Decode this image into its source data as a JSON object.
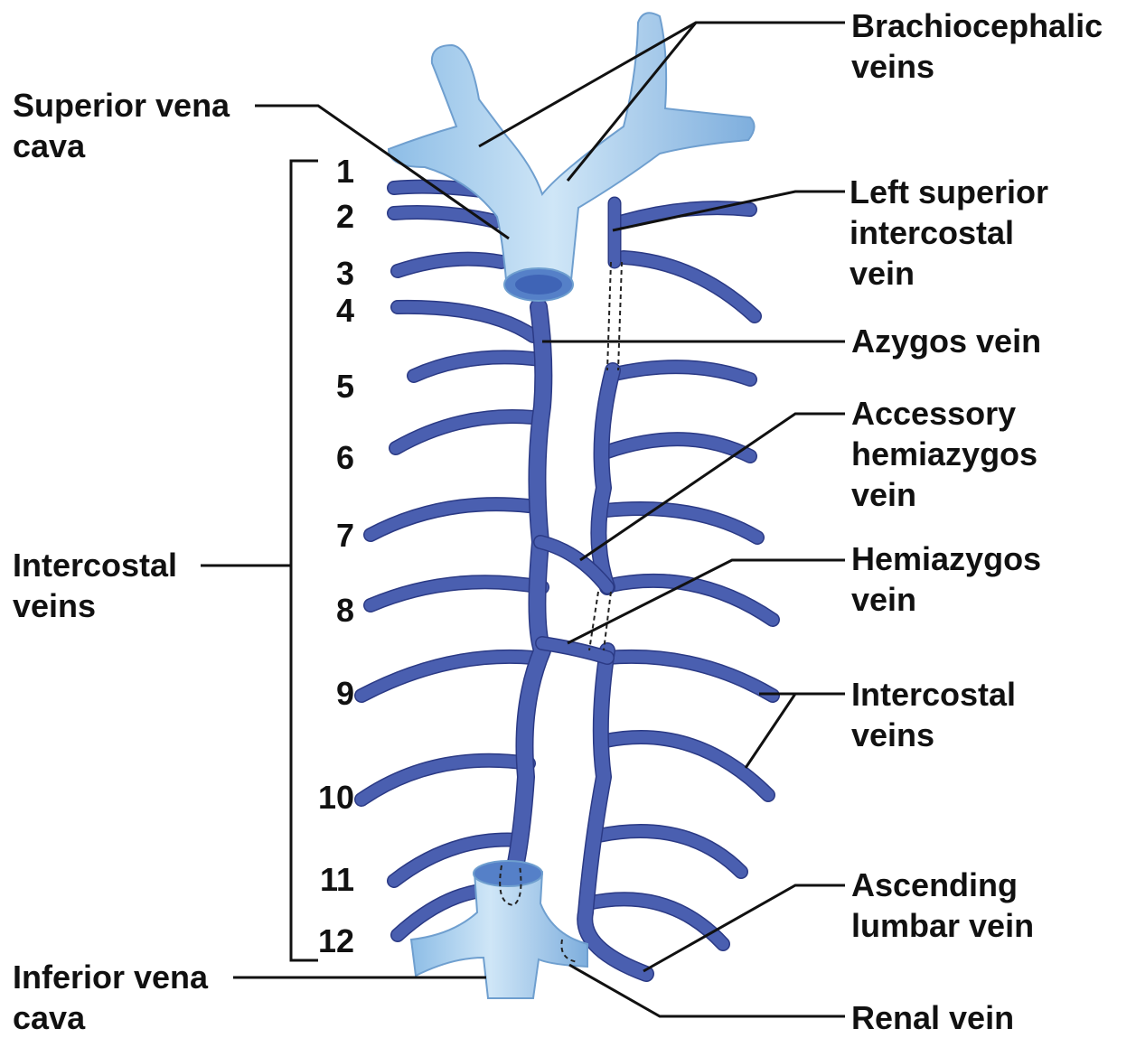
{
  "labels": {
    "brachiocephalic": [
      "Brachiocephalic",
      "veins"
    ],
    "superior_vena_cava": [
      "Superior vena",
      "cava"
    ],
    "left_superior_intercostal": [
      "Left superior",
      "intercostal",
      "vein"
    ],
    "azygos": [
      "Azygos vein"
    ],
    "accessory_hemiazygos": [
      "Accessory",
      "hemiazygos",
      "vein"
    ],
    "hemiazygos": [
      "Hemiazygos",
      "vein"
    ],
    "intercostal_left": [
      "Intercostal",
      "veins"
    ],
    "intercostal_right": [
      "Intercostal",
      "veins"
    ],
    "ascending_lumbar": [
      "Ascending",
      "lumbar vein"
    ],
    "inferior_vena_cava": [
      "Inferior vena",
      "cava"
    ],
    "renal": [
      "Renal vein"
    ]
  },
  "rib_numbers": [
    "1",
    "2",
    "3",
    "4",
    "5",
    "6",
    "7",
    "8",
    "9",
    "10",
    "11",
    "12"
  ],
  "colors": {
    "vein_fill": "#4a5fb0",
    "vein_dark": "#2b3a85",
    "vena_cava_fill": "#a9cdeb",
    "vena_cava_dark": "#6f9fcf",
    "leader": "#111111"
  }
}
